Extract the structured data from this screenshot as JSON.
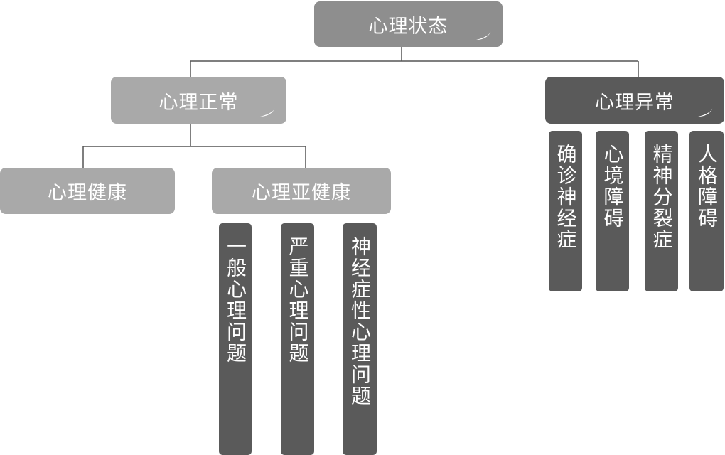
{
  "root": {
    "label": "心理状态"
  },
  "normal": {
    "label": "心理正常",
    "healthy": {
      "label": "心理健康"
    },
    "subhealthy": {
      "label": "心理亚健康",
      "items": [
        "一般心理问题",
        "严重心理问题",
        "神经症性心理问题"
      ]
    }
  },
  "abnormal": {
    "label": "心理异常",
    "items": [
      "确诊神经症",
      "心境障碍",
      "精神分裂症",
      "人格障碍"
    ]
  }
}
